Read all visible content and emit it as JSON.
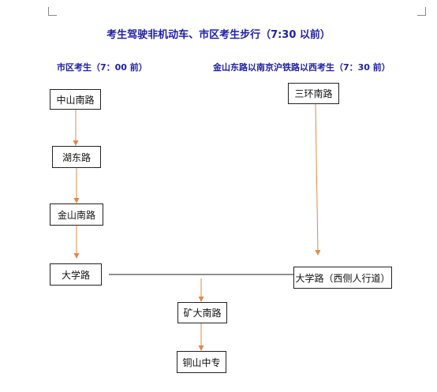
{
  "title": "考生驾驶非机动车、市区考生步行（7:30 以前）",
  "left_route": {
    "header": "市区考生（7：00 前）",
    "stops": [
      "中山南路",
      "湖东路",
      "金山南路",
      "大学路"
    ]
  },
  "right_route": {
    "header": "金山东路以南京沪铁路以西考生（7：30 前）",
    "stops": [
      "三环南路",
      "大学路（西侧人行道）"
    ]
  },
  "merged_route": {
    "stops": [
      "矿大南路",
      "铜山中专"
    ]
  },
  "colors": {
    "heading": "#1f1fa8",
    "arrow": "#e0894a",
    "box_border": "#222222",
    "connector": "#222222"
  }
}
